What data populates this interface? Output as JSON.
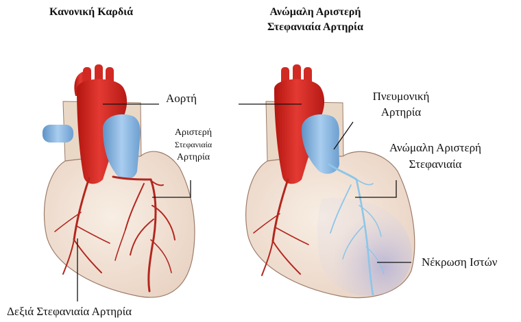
{
  "titles": {
    "normal_heart": "Κανονική Καρδιά",
    "anomalous_line1": "Ανώμαλη Αριστερή",
    "anomalous_line2": "Στεφανιαία Αρτηρία"
  },
  "labels": {
    "aorta": "Αορτή",
    "left_coronary_line1": "Αριστερή",
    "left_coronary_line2": "Στεφανιαία",
    "left_coronary_line3": "Αρτηρία",
    "pulmonary_line1": "Πνευμονική",
    "pulmonary_line2": "Αρτηρία",
    "anomalous_left_line1": "Ανώμαλη Αριστερή",
    "anomalous_left_line2": "Στεφανιαία",
    "necrosis": "Νέκρωση Ιστών",
    "right_coronary": "Δεξιά Στεφανιαία Αρτηρία"
  },
  "colors": {
    "heart_tissue": "#f3e6da",
    "heart_outline": "#9b7b6a",
    "aorta": "#d9201f",
    "pulmonary": "#7aaedb",
    "coronary_artery": "#b3261e",
    "anomalous_vessel": "#8cc6e8",
    "necrosis_shade": "#c9c6dd",
    "leader_line": "#111111"
  }
}
